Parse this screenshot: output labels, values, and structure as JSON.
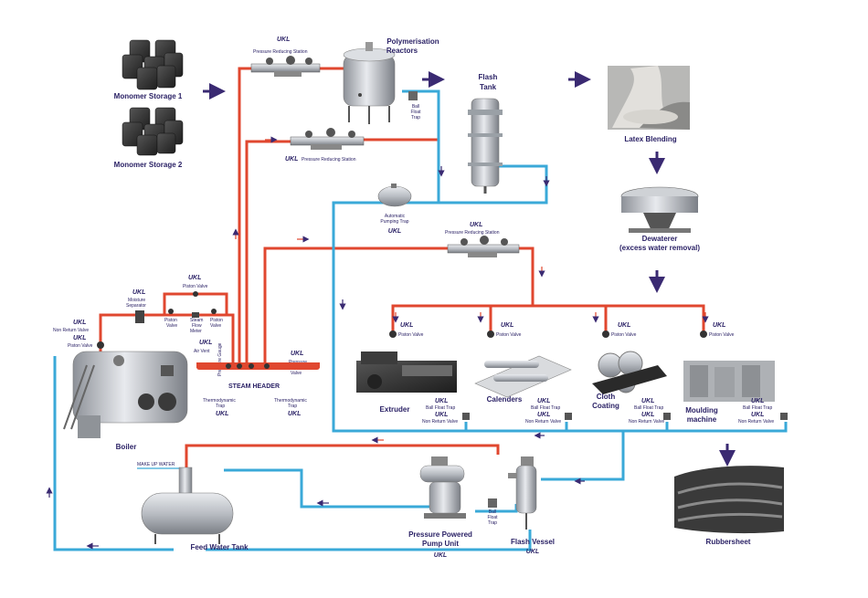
{
  "colors": {
    "steam": "#e0472f",
    "condensate": "#3aa9d8",
    "arrow": "#3a2a72",
    "text": "#2b2266",
    "metal": "#c9ccd1"
  },
  "brand": "UKL",
  "labels": {
    "monomer1": "Monomer Storage 1",
    "monomer2": "Monomer Storage 2",
    "poly1": "Polymerisation",
    "poly2": "Reactors",
    "flash1": "Flash",
    "flash2": "Tank",
    "latex": "Latex Blending",
    "dewater1": "Dewaterer",
    "dewater2": "(excess water removal)",
    "extruder": "Extruder",
    "calenders": "Calenders",
    "cloth1": "Cloth",
    "cloth2": "Coating",
    "moulding1": "Moulding",
    "moulding2": "machine",
    "rubbersheet": "Rubbersheet",
    "boiler": "Boiler",
    "feedwater": "Feed Water Tank",
    "pppu1": "Pressure Powered",
    "pppu2": "Pump Unit",
    "flashvessel": "Flash Vessel",
    "steamheader": "STEAM HEADER"
  },
  "small": {
    "prs": "Pressure Reducing Station",
    "ballfloat1": "Ball",
    "ballfloat2": "Float",
    "ballfloat3": "Trap",
    "apt1": "Automatic",
    "apt2": "Pumping Trap",
    "pistonvalve": "Piston Valve",
    "nonreturn": "Non Return Valve",
    "moist1": "Moisture",
    "moist2": "Separator",
    "piston1": "Piston",
    "piston2": "Valve",
    "sfm1": "Steam",
    "sfm2": "Flow",
    "sfm3": "Meter",
    "airvent": "Air Vent",
    "pgauge": "Pressure Gauge",
    "psv1": "Pressure",
    "psv2": "Safety",
    "psv3": "Valve",
    "thermo1": "Thermodynamic",
    "thermo2": "Trap",
    "ballfloattrap": "Ball Float Trap",
    "makeup": "MAKE UP WATER"
  }
}
